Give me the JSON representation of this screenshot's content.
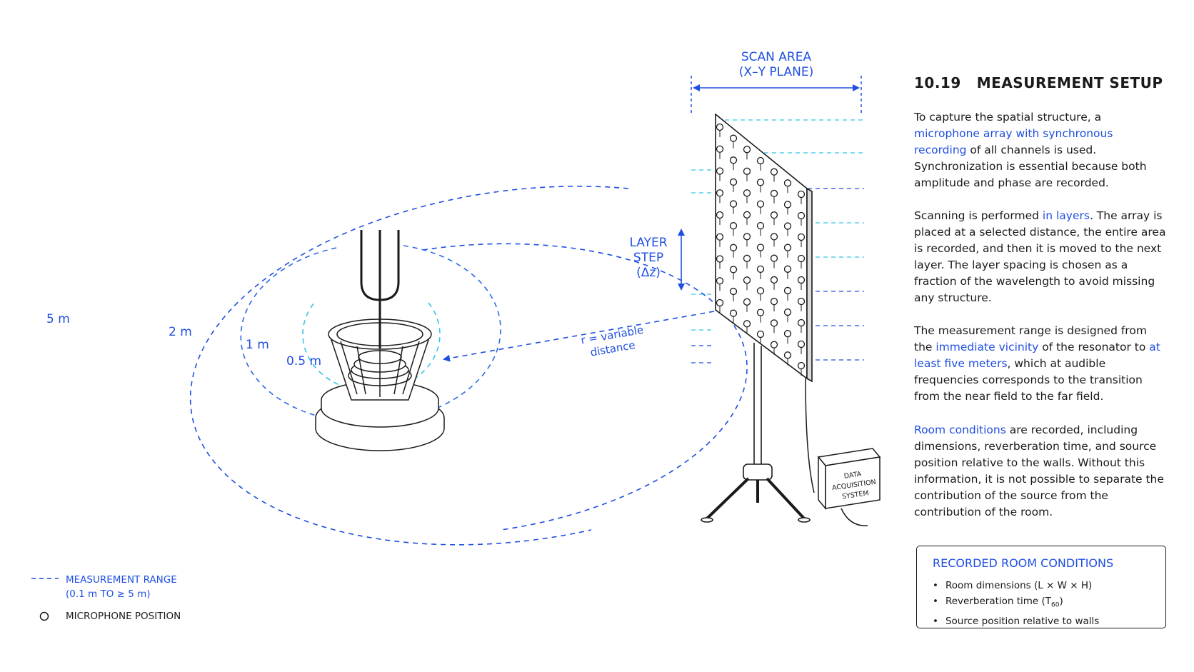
{
  "diagram": {
    "scan_area_label_1": "SCAN AREA",
    "scan_area_label_2": "(X–Y PLANE)",
    "layer_step_1": "LAYER",
    "layer_step_2": "STEP",
    "layer_step_3": "(Δz)",
    "radius_5m": "5 m",
    "radius_2m": "2 m",
    "radius_1m": "1 m",
    "radius_05m": "0.5 m",
    "distance_label_1": "r = variable",
    "distance_label_2": "distance",
    "daq_label_1": "DATA",
    "daq_label_2": "ACQUISITION",
    "daq_label_3": "SYSTEM"
  },
  "legend": {
    "range_label": "MEASUREMENT RANGE",
    "range_sub": "(0.1 m TO ≥ 5 m)",
    "mic_label": "MICROPHONE POSITION"
  },
  "section": {
    "number": "10.19",
    "title": "MEASUREMENT SETUP"
  },
  "paragraphs": {
    "p1_a": "To capture the spatial structure, a ",
    "p1_hl": "microphone array with synchronous recording",
    "p1_b": " of all channels is used. Synchronization is essential because both amplitude and phase are recorded.",
    "p2_a": "Scanning is performed ",
    "p2_hl": "in layers",
    "p2_b": ". The array is placed at a selected distance, the entire area is recorded, and then it is moved to the next layer. The layer spacing is chosen as a fraction of the wavelength to avoid missing any structure.",
    "p3_a": "The measurement range is designed from the ",
    "p3_hl1": "immediate vicinity",
    "p3_b": " of the resonator to ",
    "p3_hl2": "at least five meters",
    "p3_c": ", which at audible frequencies corresponds to the transition from the near field to the far field.",
    "p4_hl": "Room conditions",
    "p4_a": " are recorded, including dimensions, reverberation time, and source position relative to the walls. Without this information, it is not possible to separate the contribution of the source from the contribution of the room."
  },
  "conditions": {
    "title": "RECORDED ROOM CONDITIONS",
    "item1": "Room dimensions (L × W × H)",
    "item2_a": "Reverberation time (T",
    "item2_sub": "60",
    "item2_b": ")",
    "item3": "Source position relative to walls"
  },
  "colors": {
    "accent_blue": "#1f4fe0",
    "cyan": "#35c3e8",
    "ink": "#1a1a1a"
  }
}
